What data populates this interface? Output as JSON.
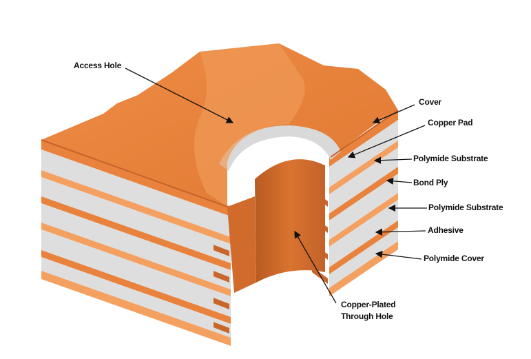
{
  "diagram": {
    "labels": {
      "access_hole": "Access Hole",
      "cover": "Cover",
      "copper_pad": "Copper Pad",
      "polymide_substrate_1": "Polymide Substrate",
      "bond_ply": "Bond Ply",
      "polymide_substrate_2": "Polymide Substrate",
      "adhesive": "Adhesive",
      "polymide_cover": "Polymide Cover",
      "through_hole_line1": "Copper-Plated",
      "through_hole_line2": "Through Hole"
    },
    "colors": {
      "copper": "#e8823c",
      "copper_dark": "#c9672a",
      "copper_light": "#f3a061",
      "insulator": "#dedede"
    }
  }
}
